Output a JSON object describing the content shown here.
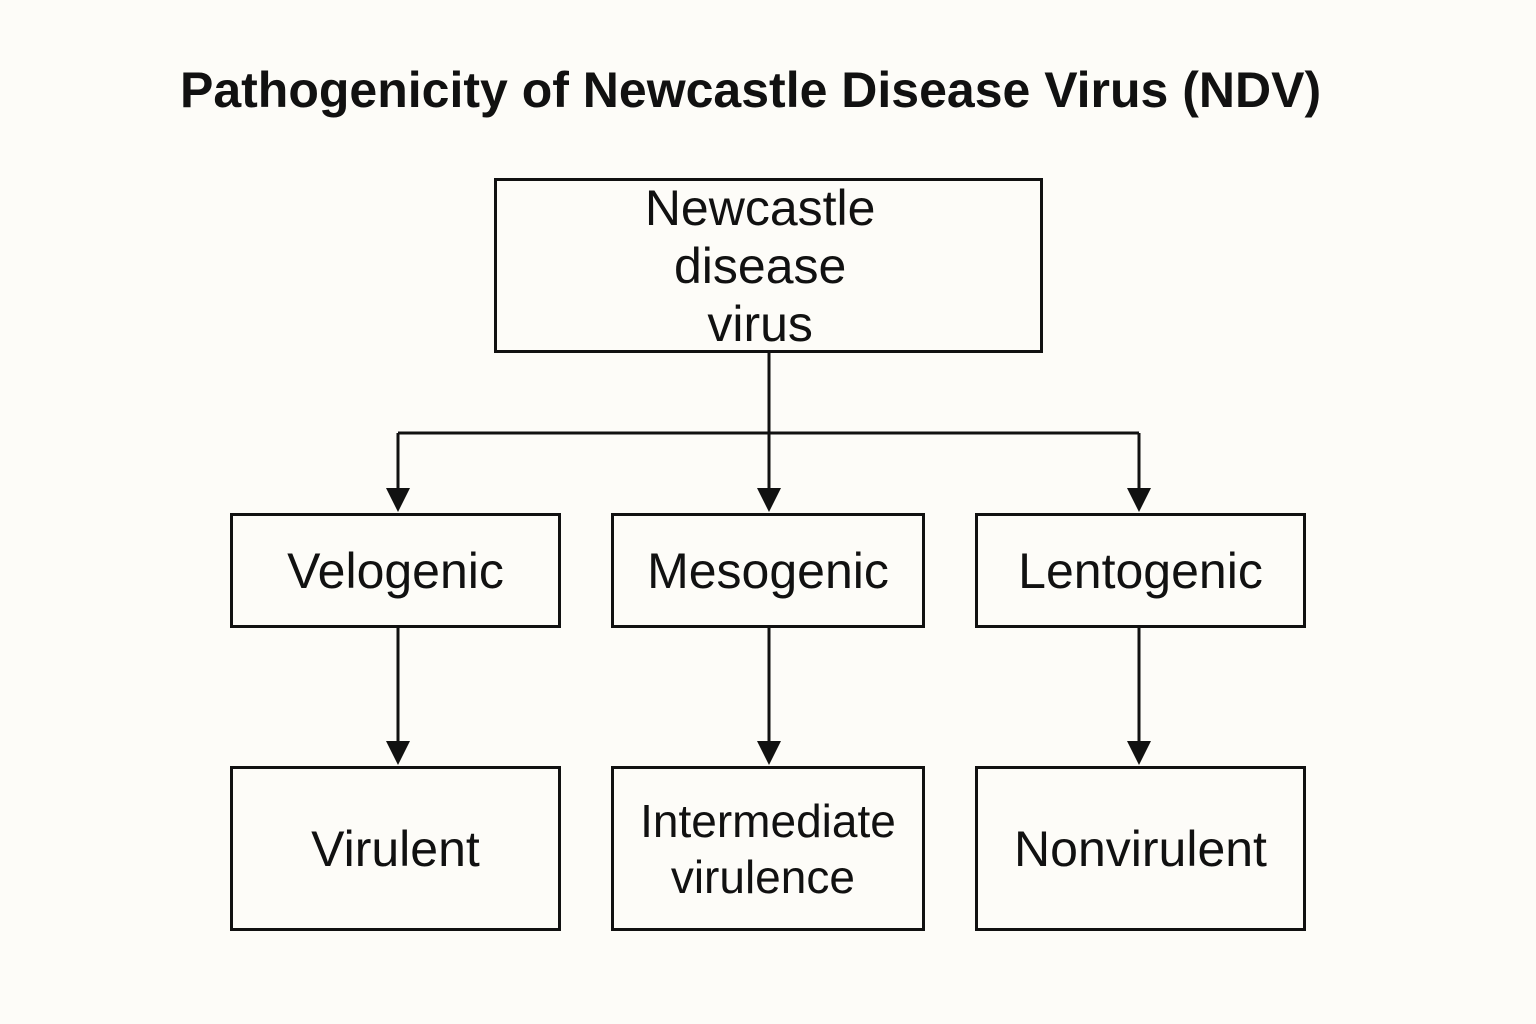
{
  "title": "Pathogenicity of Newcastle Disease Virus (NDV)",
  "root": {
    "line1": "Newcastle disease",
    "line2": "virus"
  },
  "pathotypes": [
    {
      "label": "Velogenic",
      "outcome": "Virulent"
    },
    {
      "label": "Mesogenic",
      "outcome_line1": "Intermediate",
      "outcome_line2": "virulence"
    },
    {
      "label": "Lentogenic",
      "outcome": "Nonvirulent"
    }
  ],
  "colors": {
    "background": "#fdfcf8",
    "line": "#111111"
  }
}
